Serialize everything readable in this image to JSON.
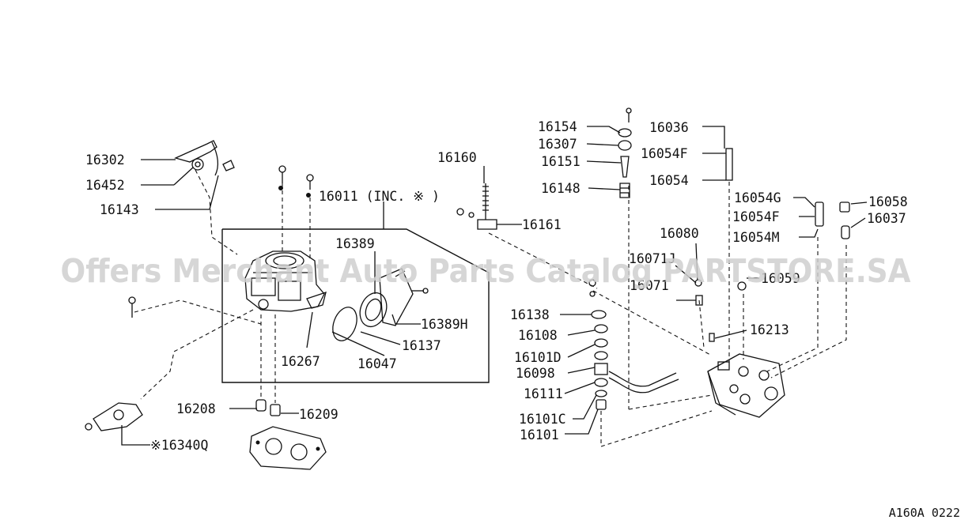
{
  "watermark": "Offers Merchant Auto Parts Catalog PARTSTORE.SA",
  "diagram_code": "A160A 0222",
  "part_labels": {
    "p16302": "16302",
    "p16452": "16452",
    "p16143": "16143",
    "p16011": "16011 (INC. ※ )",
    "p16389": "16389",
    "p16389H": "16389H",
    "p16137": "16137",
    "p16047": "16047",
    "p16267": "16267",
    "p16208": "16208",
    "p16209": "16209",
    "p16340Q": "※16340Q",
    "p16160": "16160",
    "p16161": "16161",
    "p16154": "16154",
    "p16307": "16307",
    "p16151": "16151",
    "p16148": "16148",
    "p16036": "16036",
    "p16054F_top": "16054F",
    "p16054": "16054",
    "p16054G": "16054G",
    "p16054F": "16054F",
    "p16054M": "16054M",
    "p16058": "16058",
    "p16037": "16037",
    "p16080": "16080",
    "p16071J": "16071J",
    "p16071": "16071",
    "p16059": "16059",
    "p16213": "16213",
    "p16138": "16138",
    "p16108": "16108",
    "p16101D": "16101D",
    "p16098": "16098",
    "p16111": "16111",
    "p16101C": "16101C",
    "p16101": "16101"
  }
}
